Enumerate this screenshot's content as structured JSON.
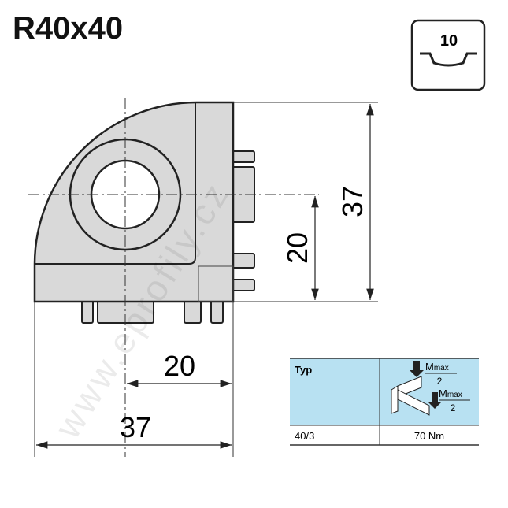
{
  "title": "R40x40",
  "groove_icon": {
    "label": "10"
  },
  "dimensions": {
    "height_total": "37",
    "height_center": "20",
    "width_center": "20",
    "width_total": "37"
  },
  "table": {
    "headers": [
      "Typ"
    ],
    "formula": {
      "numerator": "M",
      "subscript": "max",
      "denominator": "2"
    },
    "rows": [
      {
        "typ": "40/3",
        "value": "70 Nm"
      }
    ],
    "header_bg": "#b8e1f2"
  },
  "watermark": "www.eprofily.cz"
}
